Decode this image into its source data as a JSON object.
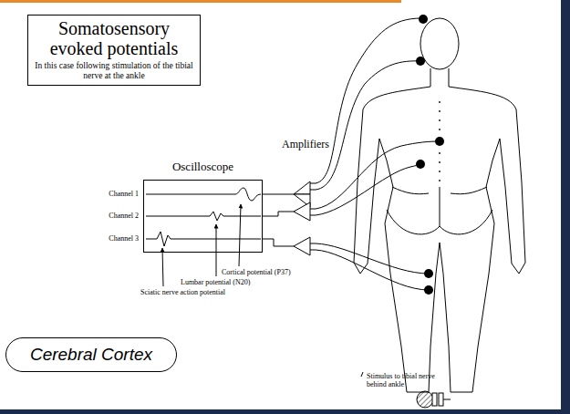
{
  "diagram": {
    "nodes": [
      {
        "text": [
          "Somatosensory evoked potentials",
          "In this case following stimulation of the tibial nerve at the ankle"
        ]
      },
      {
        "text": [
          "Oscilloscope"
        ]
      },
      {
        "text": [
          "Cerebral Cortex"
        ]
      }
    ],
    "labels": [
      "Amplifiers",
      "Channel 1",
      "Channel 2",
      "Channel 3",
      "Cortical potential (P37)",
      "Lumbar potential (N20)",
      "Sciatic nerve action potential",
      "Stimulus to tibial nerve behind ankle"
    ]
  }
}
